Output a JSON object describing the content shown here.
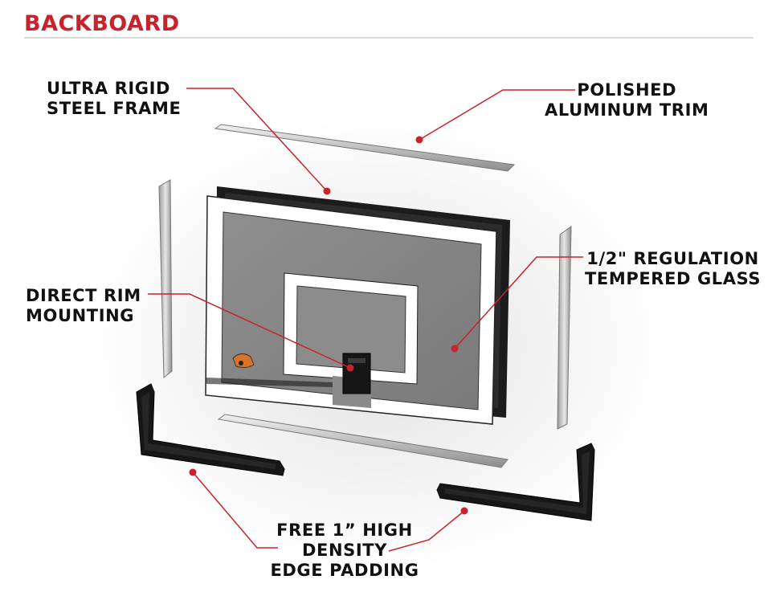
{
  "title": "BACKBOARD",
  "colors": {
    "accent": "#c8232c",
    "text": "#111111",
    "frame": "#1c1c1c",
    "glass": "#8a8a8a",
    "trim": "#c9c9c9",
    "pad": "#161616"
  },
  "callouts": {
    "frame": {
      "line1": "ULTRA RIGID",
      "line2": "STEEL FRAME"
    },
    "trim": {
      "line1": "POLISHED",
      "line2": "ALUMINUM TRIM"
    },
    "glass": {
      "line1": "1/2\" REGULATION",
      "line2": "TEMPERED GLASS"
    },
    "rim": {
      "line1": "DIRECT RIM",
      "line2": "MOUNTING"
    },
    "padding": {
      "line1": "FREE 1” HIGH",
      "line2": "DENSITY",
      "line3": "EDGE PADDING"
    }
  }
}
